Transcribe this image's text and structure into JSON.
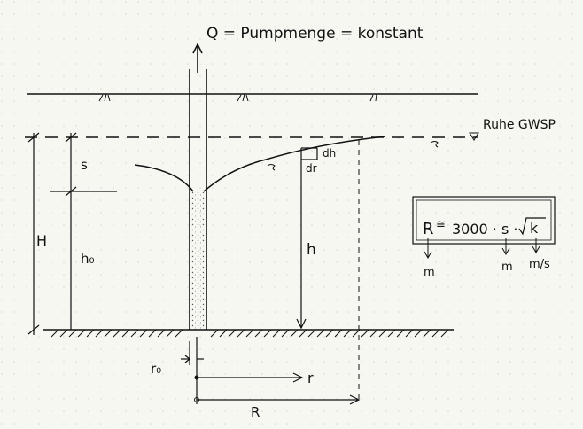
{
  "title": "Q = Pumpmenge = konstant",
  "labels": {
    "ruhe": "Ruhe GWSP",
    "s": "s",
    "H": "H",
    "h0": "h₀",
    "h": "h",
    "dh": "dh",
    "dr": "dr",
    "r0": "r₀",
    "r": "r",
    "R": "R"
  },
  "formula": {
    "R": "R",
    "approx": "≅",
    "rest": "3000 · s ·",
    "sqrt_arg": "k",
    "unit_R": "m",
    "unit_s": "m",
    "unit_k": "m/s"
  },
  "colors": {
    "ink": "#111111",
    "paper": "#f7f7f2",
    "grid": "#d9d9d2"
  }
}
